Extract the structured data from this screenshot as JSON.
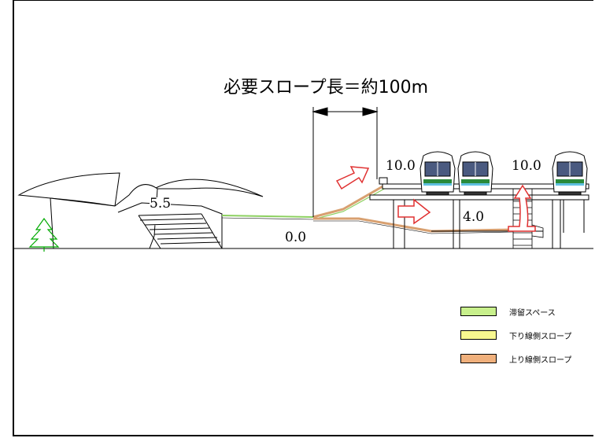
{
  "title": "必要スロープ長＝約100m",
  "elevations": {
    "building": "5.5",
    "ground": "0.0",
    "platform_upper_left": "10.0",
    "platform_upper_right": "10.0",
    "platform_mid": "4.0"
  },
  "legend": [
    {
      "label": "滞留スペース",
      "color": "#c8f08c"
    },
    {
      "label": "下り線側スロープ",
      "color": "#f8f890"
    },
    {
      "label": "上り線側スロープ",
      "color": "#f0b07c"
    }
  ],
  "colors": {
    "arrow": "#e03030",
    "slope_green": "#8cd060",
    "slope_orange": "#d8a070",
    "tree": "#00aa00",
    "train_glass": "#4a5a80",
    "train_stripe": "#2a8a3a"
  }
}
